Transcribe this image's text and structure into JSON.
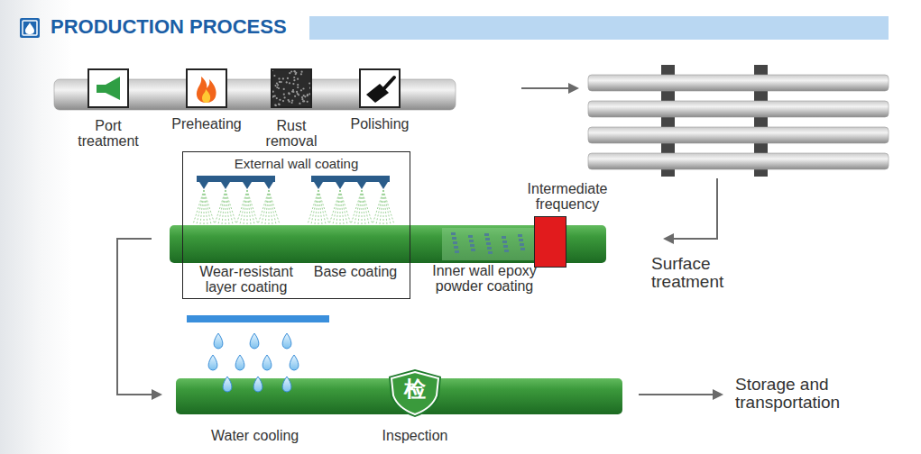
{
  "diagram": {
    "title": "PRODUCTION PROCESS",
    "nodes": [
      {
        "text": [
          "Port treatment"
        ]
      },
      {
        "text": [
          "Preheating"
        ]
      },
      {
        "text": [
          "Rust removal"
        ]
      },
      {
        "text": [
          "Polishing"
        ]
      },
      {
        "text": [
          "External wall coating",
          "Wear-resistant layer coating",
          "Base coating"
        ]
      },
      {
        "text": [
          "Intermediate frequency"
        ]
      },
      {
        "text": [
          "检",
          "Inspection"
        ]
      }
    ],
    "labels": [
      "Inner wall epoxy powder coating",
      "Surface treatment",
      "Water cooling",
      "Storage and transportation"
    ]
  }
}
